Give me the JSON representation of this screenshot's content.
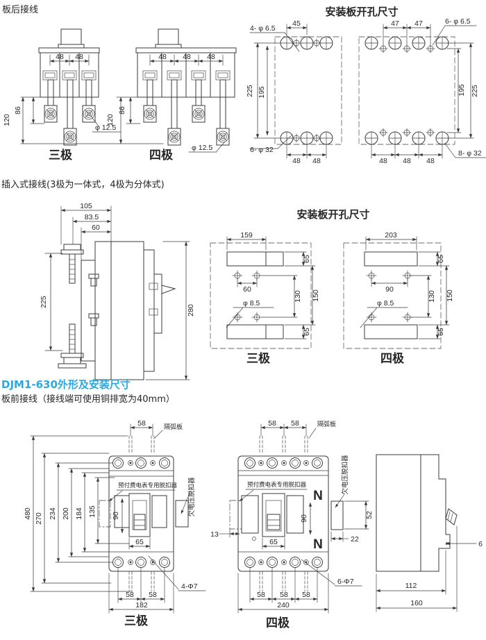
{
  "page": {
    "bg": "#ffffff",
    "line_color": "#3a3a3a",
    "accent_blue": "#2aa9e0"
  },
  "rear": {
    "title": "板后接线",
    "p3": {
      "label": "三极",
      "d48a": "48",
      "d48b": "48",
      "d86": "86",
      "d120": "120",
      "hole": "φ 12.5"
    },
    "p4": {
      "label": "四极",
      "d48a": "48",
      "d48b": "48",
      "d48c": "48",
      "d86": "86",
      "d120": "120",
      "hole": "φ 12.5"
    }
  },
  "plate_top": {
    "title": "安装板开孔尺寸",
    "left": {
      "d45": "45",
      "small_holes": "4- φ 6.5",
      "big_holes": "6- φ 32",
      "d225": "225",
      "d195": "195",
      "b48a": "48",
      "b48b": "48"
    },
    "right": {
      "d47a": "47",
      "d47b": "47",
      "small_holes": "6- φ 6.5",
      "big_holes": "8- φ 32",
      "d195": "195",
      "d225": "225",
      "b48a": "48",
      "b48b": "48",
      "b48c": "48"
    }
  },
  "plugin": {
    "title": "插入式接线(3极为一体式，4极为分体式)",
    "d105": "105",
    "d835": "83.5",
    "d60": "60",
    "d225": "225",
    "d280": "280"
  },
  "plate_mid": {
    "title": "安装板开孔尺寸",
    "p3": {
      "label": "三极",
      "w": "159",
      "e65t": "65",
      "span": "60",
      "d130": "130",
      "d150": "150",
      "hole": "φ 8.5",
      "e65b": "65"
    },
    "p4": {
      "label": "四极",
      "w": "203",
      "e65t": "65",
      "span": "90",
      "d130": "130",
      "d150": "150",
      "hole": "φ 8.5",
      "e65b": "65"
    }
  },
  "front": {
    "title": "DJM1-630外形及安装尺寸",
    "subtitle": "板前接线（接线端可使用铜排宽为40mm）",
    "p3": {
      "label": "三极",
      "t58": "58",
      "arc": "隔弧板",
      "trip": "预付费电表专用脱扣器",
      "uv": "欠电压脱扣器",
      "v480": "480",
      "v270": "270",
      "v234": "234",
      "v200": "200",
      "v184": "184",
      "v135": "135",
      "d90": "90",
      "d65": "65",
      "holes": "4-Φ7",
      "b58a": "58",
      "b58b": "58",
      "b182": "182"
    },
    "p4": {
      "label": "四极",
      "t58a": "58",
      "t58b": "58",
      "arc": "隔弧板",
      "trip": "预付费电表专用脱扣器",
      "uv": "欠电压脱扣器",
      "d13": "13",
      "d90": "90",
      "d65": "65",
      "d52": "52",
      "d22": "22",
      "n": "N",
      "holes": "6-Φ7",
      "b58a": "58",
      "b58b": "58",
      "b58c": "58",
      "b240": "240"
    },
    "side": {
      "d6": "6",
      "d112": "112",
      "d160": "160"
    }
  }
}
